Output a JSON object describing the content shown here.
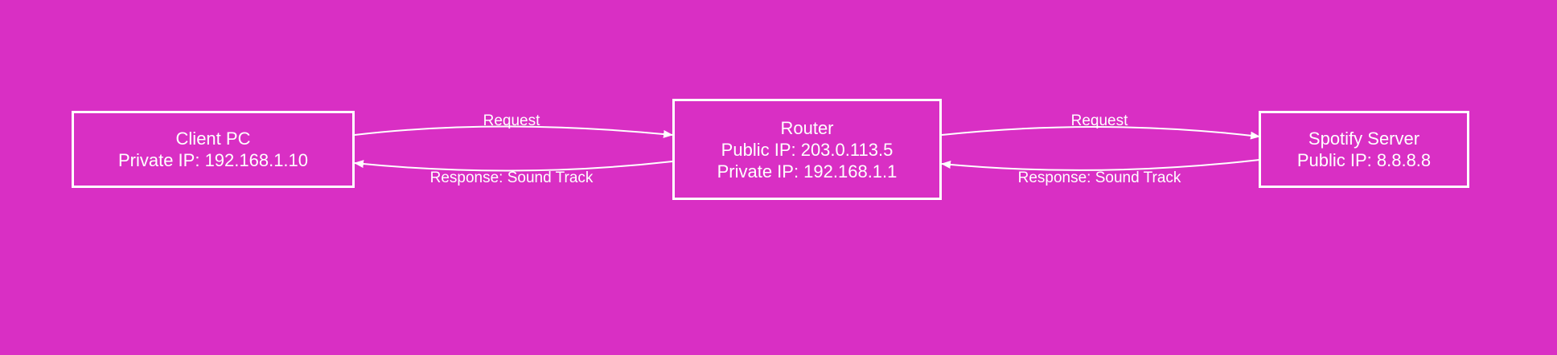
{
  "colors": {
    "background": "#d92fc4",
    "stroke": "#ffffff",
    "text": "#ffffff"
  },
  "nodes": {
    "client": {
      "title": "Client PC",
      "private_ip": "Private IP: 192.168.1.10"
    },
    "router": {
      "title": "Router",
      "public_ip": "Public IP: 203.0.113.5",
      "private_ip": "Private IP: 192.168.1.1"
    },
    "server": {
      "title": "Spotify Server",
      "public_ip": "Public IP: 8.8.8.8"
    }
  },
  "edges": {
    "client_to_router": "Request",
    "router_to_client": "Response: Sound Track",
    "router_to_server": "Request",
    "server_to_router": "Response: Sound Track"
  }
}
